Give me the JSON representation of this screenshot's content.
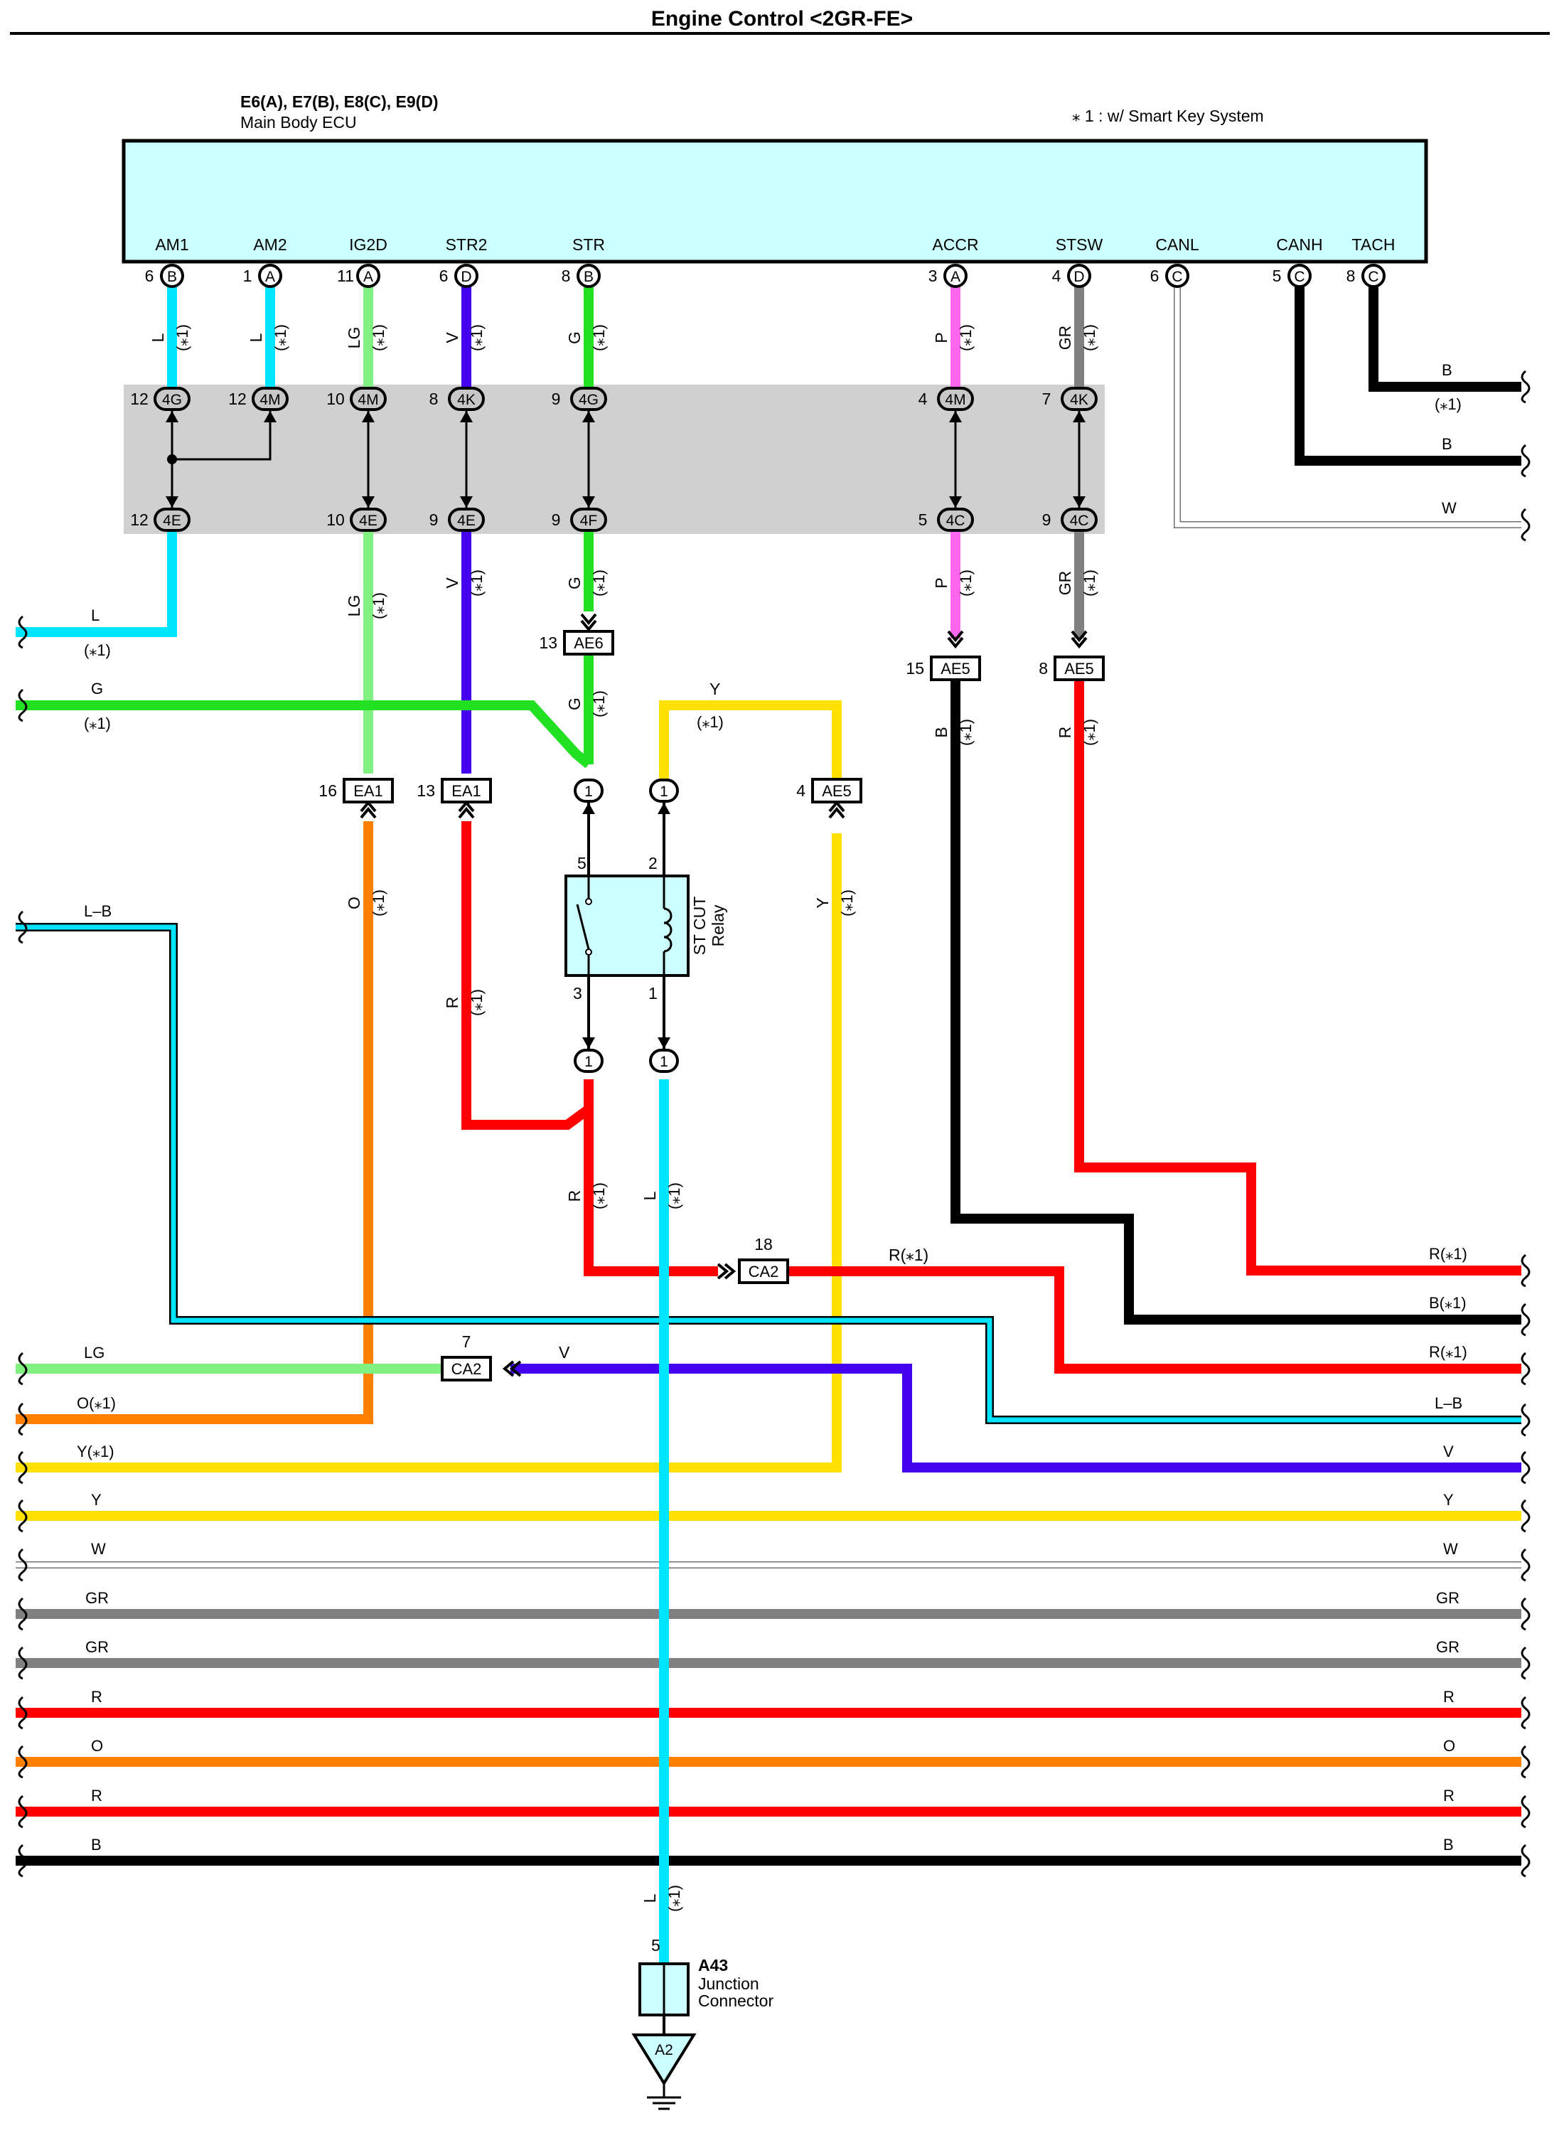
{
  "title": "Engine Control <2GR-FE>",
  "ecu": {
    "codes": "E6(A), E7(B), E8(C), E9(D)",
    "name": "Main Body ECU",
    "note": "⁎ 1 : w/ Smart Key System",
    "pins": [
      {
        "name": "AM1",
        "num": "6",
        "conn": "B"
      },
      {
        "name": "AM2",
        "num": "1",
        "conn": "A"
      },
      {
        "name": "IG2D",
        "num": "11",
        "conn": "A"
      },
      {
        "name": "STR2",
        "num": "6",
        "conn": "D"
      },
      {
        "name": "STR",
        "num": "8",
        "conn": "B"
      },
      {
        "name": "ACCR",
        "num": "3",
        "conn": "A"
      },
      {
        "name": "STSW",
        "num": "4",
        "conn": "D"
      },
      {
        "name": "CANL",
        "num": "6",
        "conn": "C"
      },
      {
        "name": "CANH",
        "num": "5",
        "conn": "C"
      },
      {
        "name": "TACH",
        "num": "8",
        "conn": "C"
      }
    ]
  },
  "colors": {
    "L": "#00e5ff",
    "LG": "#80f080",
    "V": "#4400ee",
    "G": "#22e022",
    "P": "#ff66ee",
    "GR": "#808080",
    "B": "#000000",
    "W": "#ffffff",
    "R": "#ff0000",
    "O": "#ff8000",
    "Y": "#ffe000",
    "ecu_fill": "#ccffff",
    "jb_fill": "#d0d0d0"
  },
  "mark": "(⁎1)",
  "jb": {
    "top": [
      {
        "num": "12",
        "id": "4G"
      },
      {
        "num": "12",
        "id": "4M"
      },
      {
        "num": "10",
        "id": "4M"
      },
      {
        "num": "8",
        "id": "4K"
      },
      {
        "num": "9",
        "id": "4G"
      },
      {
        "num": "4",
        "id": "4M"
      },
      {
        "num": "7",
        "id": "4K"
      }
    ],
    "bottom": [
      {
        "num": "12",
        "id": "4E"
      },
      {
        "num": "10",
        "id": "4E"
      },
      {
        "num": "9",
        "id": "4E"
      },
      {
        "num": "9",
        "id": "4F"
      },
      {
        "num": "5",
        "id": "4C"
      },
      {
        "num": "9",
        "id": "4C"
      }
    ]
  },
  "wire_codes": {
    "L": "L",
    "LG": "LG",
    "V": "V",
    "G": "G",
    "P": "P",
    "GR": "GR",
    "B": "B",
    "R": "R",
    "O": "O",
    "Y": "Y",
    "W": "W",
    "LB": "L–B"
  },
  "connectors": [
    {
      "num": "13",
      "id": "AE6"
    },
    {
      "num": "15",
      "id": "AE5"
    },
    {
      "num": "8",
      "id": "AE5"
    },
    {
      "num": "16",
      "id": "EA1"
    },
    {
      "num": "13",
      "id": "EA1"
    },
    {
      "num": "4",
      "id": "AE5"
    },
    {
      "num": "18",
      "id": "CA2"
    },
    {
      "num": "7",
      "id": "CA2"
    }
  ],
  "relay": {
    "name1": "ST CUT",
    "name2": "Relay",
    "pins": [
      "5",
      "2",
      "3",
      "1"
    ],
    "terminal": "1"
  },
  "right_labels": [
    "B",
    "(⁎1)",
    "B",
    "W",
    "R(⁎1)",
    "B(⁎1)",
    "R(⁎1)",
    "L–B",
    "V",
    "Y",
    "W",
    "GR",
    "GR",
    "R",
    "O",
    "R",
    "B"
  ],
  "left_labels": [
    "L",
    "(⁎1)",
    "G",
    "(⁎1)",
    "L–B",
    "LG",
    "O(⁎1)",
    "Y(⁎1)",
    "Y",
    "W",
    "GR",
    "GR",
    "R",
    "O",
    "R",
    "B"
  ],
  "mid_labels": [
    "R(⁎1)",
    "V",
    "Y",
    "(⁎1)"
  ],
  "junction": {
    "pin": "5",
    "code": "A43",
    "name1": "Junction",
    "name2": "Connector",
    "ground": "A2"
  }
}
